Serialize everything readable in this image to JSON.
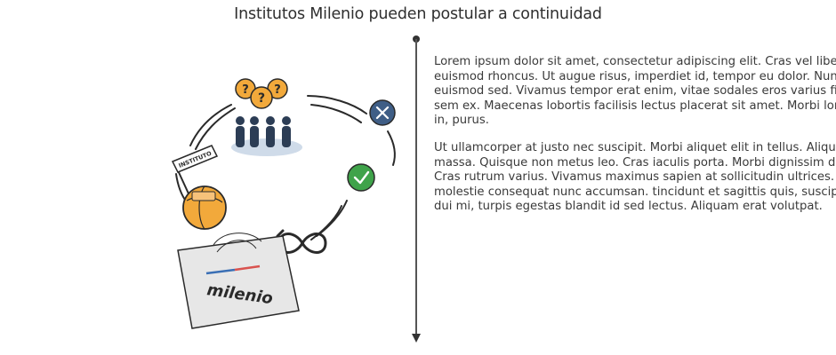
{
  "title": "Institutos Milenio pueden postular a continuidad",
  "illustration": {
    "banner_label": "INSTITUTO",
    "card_label": "milenio",
    "icons": [
      "question-coin-icon",
      "people-group-icon",
      "reject-x-icon",
      "approve-check-icon",
      "infinity-cycle-icon",
      "globe-icon",
      "milenio-card-icon"
    ],
    "colors": {
      "coin": "#f2a93b",
      "reject": "#3f5e86",
      "approve": "#3fa34a",
      "people": "#2c3d55",
      "card_stripe_blue": "#3a6fb5",
      "card_stripe_red": "#d9534f"
    }
  },
  "paragraphs": [
    "Lorem ipsum dolor sit amet, consectetur adipiscing elit. Cras vel libero, vitae pellentesque nulla euismod rhoncus. Ut augue risus, imperdiet id, tempor eu dolor. Nunc vestibulum euismod justo, euismod sed. Vivamus tempor erat enim, vitae sodales eros varius finibus sem. Aenean vitae sem ex. Maecenas lobortis facilisis lectus placerat sit amet. Morbi lorem lacus, ultricies ac purus in, purus.",
    "Ut ullamcorper at justo nec suscipit. Morbi aliquet elit in tellus. Aliquam commodo semper massa. Quisque non metus leo. Cras iaculis porta. Morbi dignissim dictum ligula quis euismod. Cras rutrum varius. Vivamus maximus sapien at sollicitudin ultrices. risus eget arcu accumsan, molestie consequat nunc accumsan. tincidunt et sagittis quis, suscipit eget enim. Vivamus at dui mi, turpis egestas blandit id sed lectus. Aliquam erat volutpat."
  ]
}
